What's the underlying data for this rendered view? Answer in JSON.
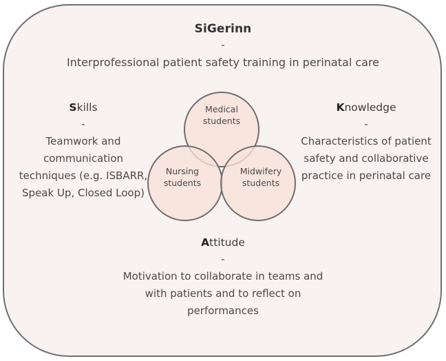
{
  "frame": {
    "background_color": "#f8f2f1",
    "border_color": "#6e6e6e"
  },
  "header": {
    "title": "SiGerinn",
    "separator": "-",
    "subtitle": "Interprofessional patient safety training in perinatal care"
  },
  "blocks": {
    "skills": {
      "lead_letter": "S",
      "heading_rest": "kills",
      "separator": "-",
      "body": "Teamwork and communication techniques (e.g. ISBARR, Speak Up, Closed Loop)"
    },
    "knowledge": {
      "lead_letter": "K",
      "heading_rest": "nowledge",
      "separator": "-",
      "body": "Characteristics of patient safety and collaborative practice in perinatal care"
    },
    "attitude": {
      "lead_letter": "A",
      "heading_rest": "ttitude",
      "separator": "-",
      "body": "Motivation to collaborate in teams and with patients and to reflect on performances"
    }
  },
  "venn": {
    "circle_fill": "#f7e2d8",
    "circle_stroke": "#6e6e6e",
    "labels": {
      "top": "Medical students",
      "left": "Nursing students",
      "right": "Midwifery students"
    }
  }
}
